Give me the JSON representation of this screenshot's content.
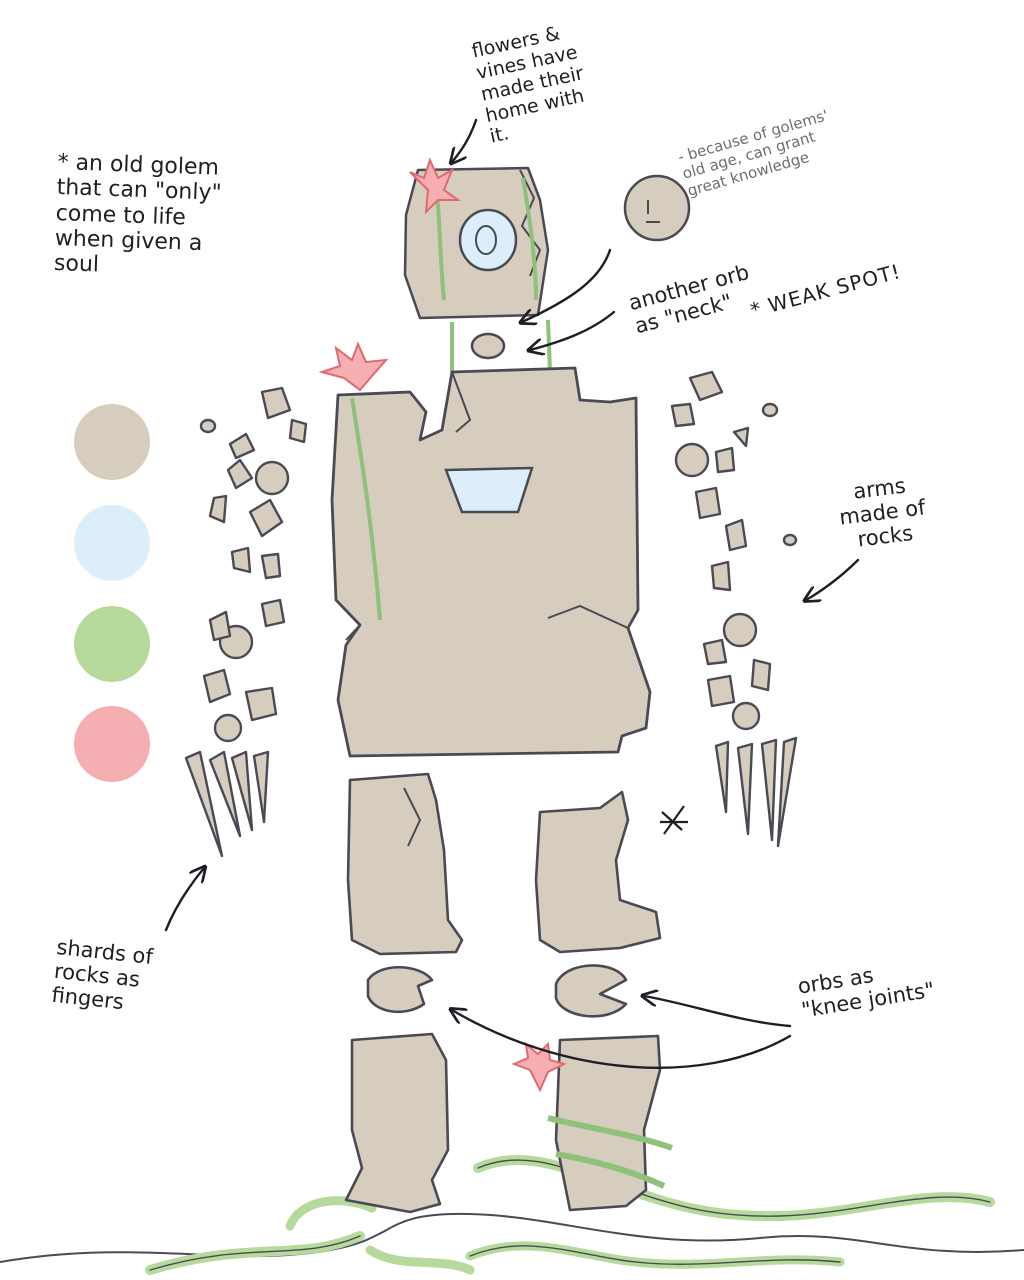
{
  "palette": {
    "stone": "#d6cdbf",
    "orb": "#ddeefb",
    "vine": "#b6d99c",
    "flower": "#f5aeb1",
    "outline": "#4a4a54",
    "ink": "#1e1e24"
  },
  "annotations": {
    "main": "* an old golem\nthat can \"only\"\ncome to life\nwhen given a\nsoul",
    "flowers": "flowers &\nvines have\nmade their\nhome with\nit.",
    "knowledge": "- because of golems'\nold age, can grant\ngreat knowledge",
    "orb": "another orb\nas \"neck\"",
    "weak": "* WEAK SPOT!",
    "arms": "arms\nmade of\nrocks",
    "shards": "shards of\nrocks as\nfingers",
    "knees": "orbs as\n\"knee joints\""
  }
}
